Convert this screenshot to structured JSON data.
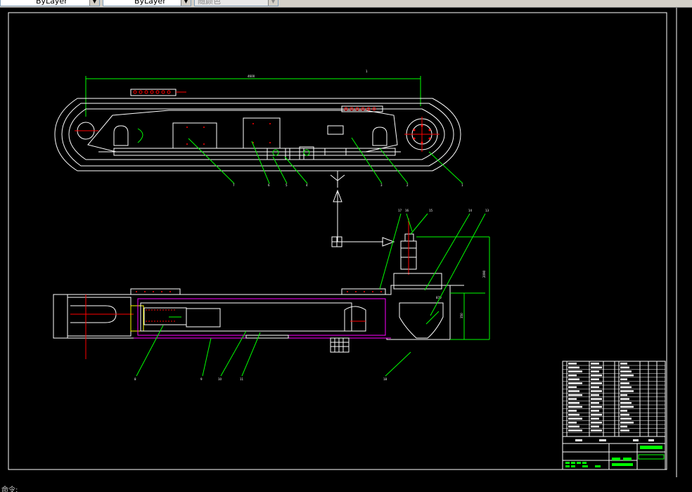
{
  "toolbar": {
    "linetype": "ByLayer",
    "lineweight": "ByLayer",
    "plotstyle": "随颜色"
  },
  "drawing": {
    "top_view_dimension": "4600",
    "top_view_dimension_mark": "1",
    "side_dimension_vertical": "2090",
    "side_dimension_small": "350",
    "side_dimension_right": "870",
    "balloons": {
      "b1": "1",
      "b2": "2",
      "b3": "3",
      "b4": "4",
      "b5": "5",
      "b6": "6",
      "b7": "7",
      "b8": "8",
      "b9": "9",
      "b10": "10",
      "b11": "11",
      "b13": "13",
      "b14": "14",
      "b15": "15",
      "b16": "16",
      "b17": "17",
      "b18": "18"
    }
  },
  "command_line": {
    "prompt": "命令:"
  },
  "colors": {
    "background": "#000000",
    "frame": "#ffffff",
    "geometry": "#ffffff",
    "leader": "#00ff00",
    "dimension_red": "#ff0000",
    "magenta": "#ff00ff",
    "yellow": "#ffff00",
    "title_green": "#00ff00"
  }
}
